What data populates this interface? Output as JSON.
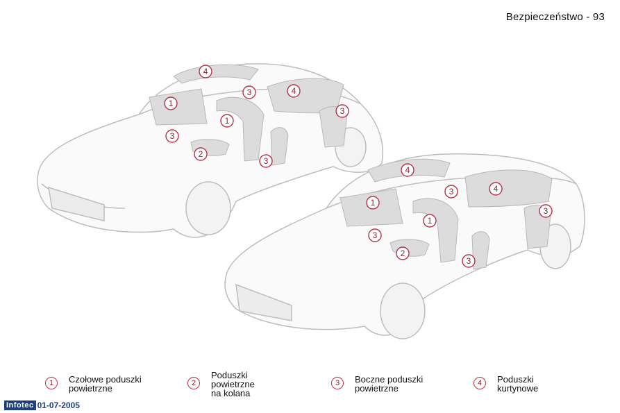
{
  "header": {
    "title": "Bezpieczeństwo - 93"
  },
  "illustration": {
    "car_left": {
      "badges": [
        {
          "num": "4"
        },
        {
          "num": "4"
        },
        {
          "num": "3"
        },
        {
          "num": "1"
        },
        {
          "num": "3"
        },
        {
          "num": "1"
        },
        {
          "num": "3"
        },
        {
          "num": "2"
        },
        {
          "num": "3"
        }
      ]
    },
    "car_right": {
      "badges": [
        {
          "num": "4"
        },
        {
          "num": "3"
        },
        {
          "num": "4"
        },
        {
          "num": "1"
        },
        {
          "num": "3"
        },
        {
          "num": "1"
        },
        {
          "num": "3"
        },
        {
          "num": "2"
        },
        {
          "num": "3"
        }
      ]
    }
  },
  "legend": [
    {
      "num": "1",
      "text": "Czołowe poduszki\npowietrzne"
    },
    {
      "num": "2",
      "text": "Poduszki\npowietrzne\nna kolana"
    },
    {
      "num": "3",
      "text": "Boczne poduszki\npowietrzne"
    },
    {
      "num": "4",
      "text": "Poduszki\nkurtynowe"
    }
  ],
  "footer": {
    "logo": "Infotec",
    "date": "01-07-2005"
  },
  "colors": {
    "badge_stroke": "#b5324a",
    "badge_text": "#8a1f35",
    "footer_blue": "#1e3f7a",
    "airbag_fill": "#dcdcdc"
  }
}
